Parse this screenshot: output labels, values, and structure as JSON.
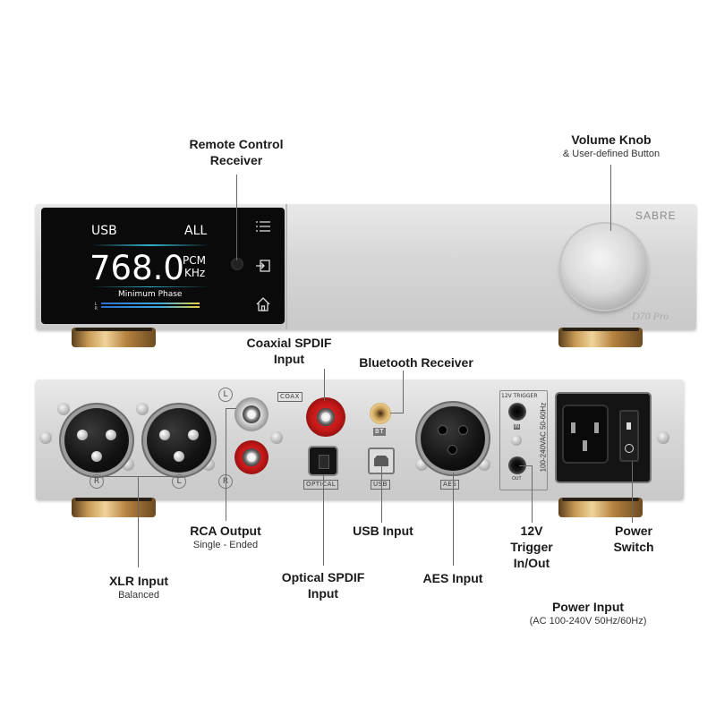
{
  "front_panel": {
    "brand": "SABRE",
    "model": "D70 Pro",
    "screen": {
      "input": "USB",
      "mode": "ALL",
      "rate": "768.0",
      "format": "PCM",
      "unit": "KHz",
      "filter": "Minimum Phase",
      "channel_left": "L",
      "channel_right": "R"
    }
  },
  "rear_panel": {
    "labels": {
      "coax": "COAX",
      "optical": "OPTICAL",
      "usb": "USB",
      "aes": "AES",
      "bt": "BT",
      "trigger": "12V TRIGGER",
      "trig_in": "IN",
      "trig_out": "OUT",
      "power": "100-240VAC 50-60Hz",
      "left": "L",
      "right": "R"
    }
  },
  "callouts": {
    "remote_receiver": "Remote Control Receiver",
    "volume_knob": "Volume Knob",
    "volume_knob_sub": "& User-defined Button",
    "coaxial": "Coaxial SPDIF Input",
    "bluetooth": "Bluetooth Receiver",
    "rca_output": "RCA Output",
    "rca_output_sub": "Single - Ended",
    "usb_input": "USB Input",
    "trigger": "12V Trigger In/Out",
    "power_switch": "Power Switch",
    "xlr_input": "XLR Input",
    "xlr_input_sub": "Balanced",
    "optical": "Optical SPDIF Input",
    "aes_input": "AES Input",
    "power_input": "Power Input",
    "power_input_sub": "(AC 100-240V 50Hz/60Hz)"
  }
}
